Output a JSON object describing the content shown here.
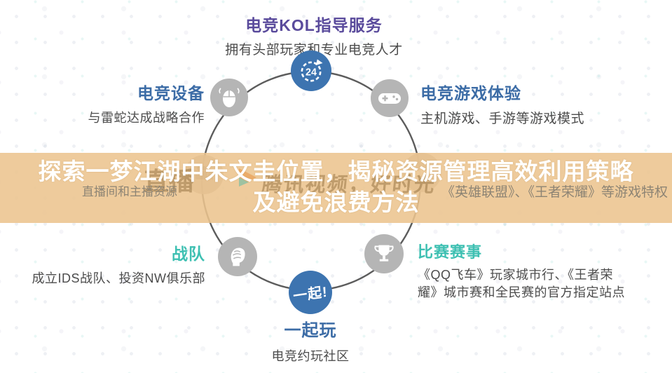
{
  "overlay": {
    "line1": "探索一梦江湖中朱文圭位置，揭秘资源管理高效利用策略",
    "line2": "及避免浪费方法"
  },
  "watermark": {
    "slogan": "腾讯视频，好时光",
    "ghost_title": "直播",
    "logo_icon": "play-button-logo-icon"
  },
  "sections": {
    "kol": {
      "title": "电竞KOL指导服务",
      "desc": "拥有头部玩家和专业电竞人才",
      "badge": "24",
      "icon": "24-hour-clock-icon"
    },
    "equipment": {
      "title": "电竞设备",
      "desc": "与雷蛇达成战略合作",
      "icon": "mouse-icon"
    },
    "experience": {
      "title": "电竞游戏体验",
      "desc": "主机游戏、手游等游戏模式",
      "icon": "gamepad-icon"
    },
    "live": {
      "desc": "直播间和主播资源",
      "icon": "video-camera-icon"
    },
    "privilege": {
      "desc": "《英雄联盟》、《王者荣耀》等游戏特权",
      "icon": "crown-icon"
    },
    "team": {
      "title": "战队",
      "desc": "成立IDS战队、投资NW俱乐部",
      "icon": "head-brain-icon"
    },
    "events": {
      "title": "比赛赛事",
      "desc": "《QQ飞车》玩家城市行、《王者荣耀》城市赛和全民赛的官方指定站点",
      "icon": "trophy-icon"
    },
    "together": {
      "title": "一起玩",
      "desc": "电竞约玩社区",
      "badge": "一起!",
      "icon": "together-badge-icon"
    }
  },
  "colors": {
    "title_purple": "#5a4b9c",
    "title_blue": "#3c6ca6",
    "title_teal": "#3ec0b2",
    "node_blue": "#3d74b0",
    "node_gray": "#b5b5b5",
    "overlay_tan": "#ecc48e",
    "ring_gray": "#4a4a4a",
    "desc_gray": "#4c4c4c"
  }
}
